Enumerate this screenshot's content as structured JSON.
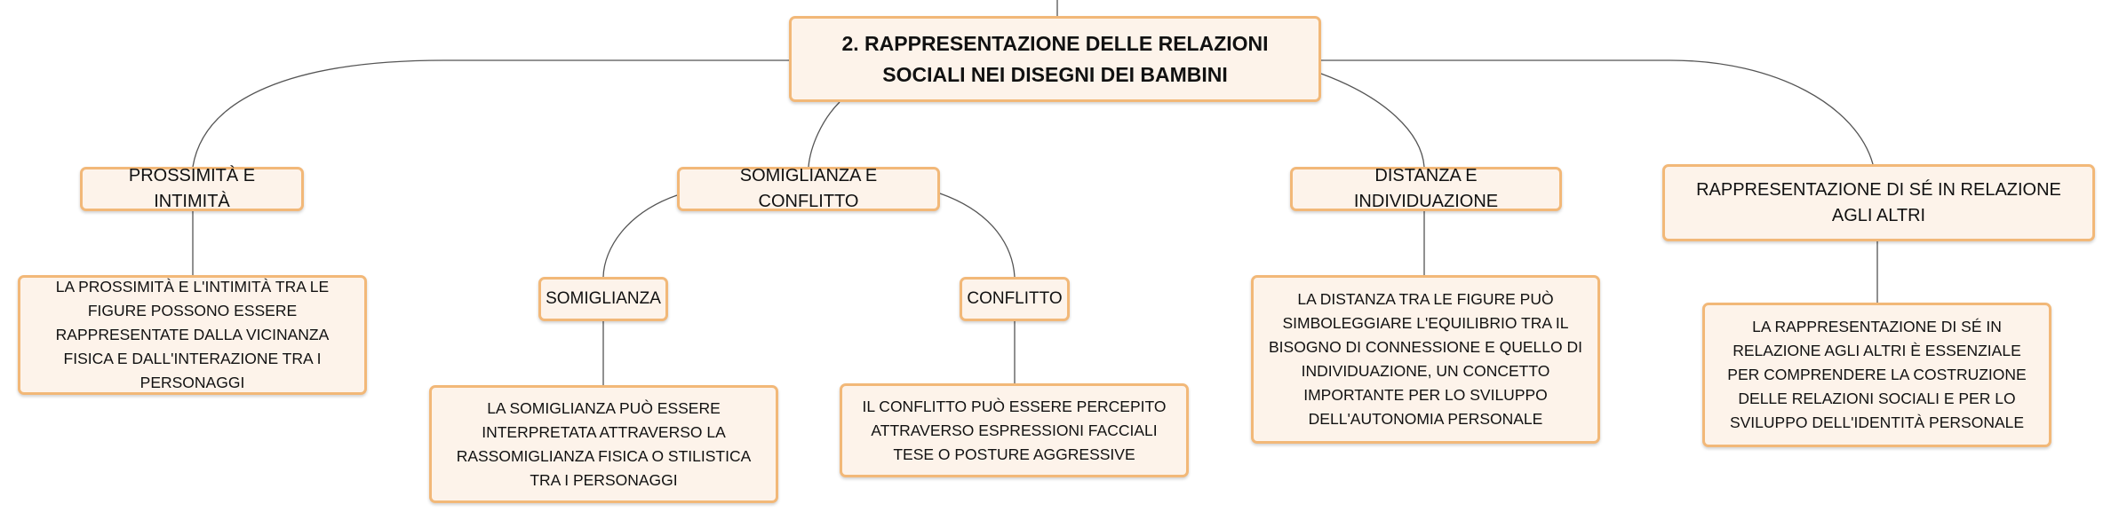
{
  "root": {
    "title": "2. RAPPRESENTAZIONE DELLE RELAZIONI SOCIALI NEI DISEGNI DEI BAMBINI"
  },
  "topics": [
    {
      "label": "PROSSIMITÀ E INTIMITÀ",
      "detail": "LA PROSSIMITÀ E L'INTIMITÀ TRA LE FIGURE POSSONO ESSERE RAPPRESENTATE DALLA VICINANZA FISICA E DALL'INTERAZIONE TRA I PERSONAGGI"
    },
    {
      "label": "SOMIGLIANZA E CONFLITTO",
      "subtopics": [
        {
          "label": "SOMIGLIANZA",
          "detail": "LA SOMIGLIANZA PUÒ ESSERE INTERPRETATA ATTRAVERSO LA RASSOMIGLIANZA FISICA O STILISTICA TRA I PERSONAGGI"
        },
        {
          "label": "CONFLITTO",
          "detail": "IL CONFLITTO PUÒ ESSERE PERCEPITO ATTRAVERSO ESPRESSIONI FACCIALI TESE O POSTURE AGGRESSIVE"
        }
      ]
    },
    {
      "label": "DISTANZA E INDIVIDUAZIONE",
      "detail": "LA DISTANZA TRA LE FIGURE PUÒ SIMBOLEGGIARE L'EQUILIBRIO TRA IL BISOGNO DI CONNESSIONE E QUELLO DI INDIVIDUAZIONE, UN CONCETTO IMPORTANTE PER LO SVILUPPO DELL'AUTONOMIA PERSONALE"
    },
    {
      "label": "RAPPRESENTAZIONE DI SÉ IN RELAZIONE AGLI ALTRI",
      "detail": "LA RAPPRESENTAZIONE DI SÉ IN RELAZIONE AGLI ALTRI È ESSENZIALE PER COMPRENDERE LA COSTRUZIONE DELLE RELAZIONI SOCIALI E PER LO SVILUPPO DELL'IDENTITÀ PERSONALE"
    }
  ],
  "colors": {
    "node_fill": "#fdf3ea",
    "node_border": "#f2b878",
    "connector": "#555555"
  }
}
